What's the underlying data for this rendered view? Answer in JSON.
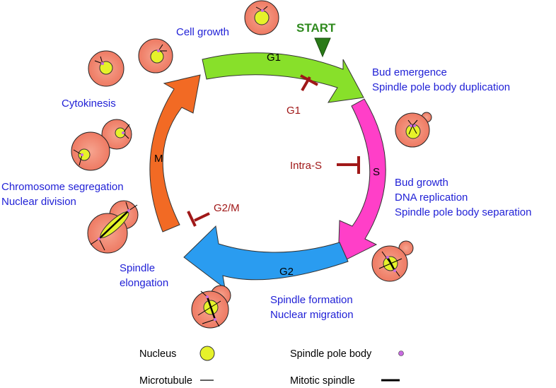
{
  "phases": {
    "g1": "G1",
    "s": "S",
    "g2": "G2",
    "m": "M"
  },
  "start_label": "START",
  "checkpoints": {
    "g1": "G1",
    "intra_s": "Intra-S",
    "g2m": "G2/M"
  },
  "events": {
    "cell_growth": "Cell growth",
    "bud_emergence": [
      "Bud emergence",
      "Spindle pole body duplication"
    ],
    "bud_growth": [
      "Bud growth",
      "DNA replication",
      "Spindle pole body separation"
    ],
    "spindle_formation": [
      "Spindle formation",
      "Nuclear migration"
    ],
    "spindle_elongation": [
      "Spindle",
      "elongation"
    ],
    "chromosome_segregation": [
      "Chromosome segregation",
      "Nuclear division"
    ],
    "cytokinesis": "Cytokinesis"
  },
  "legend": {
    "nucleus": "Nucleus",
    "spindle_pole_body": "Spindle pole body",
    "microtubule": "Microtubule",
    "mitotic_spindle": "Mitotic spindle"
  },
  "colors": {
    "g1": "#88e02a",
    "s": "#ff3fc8",
    "g2": "#2a9cf0",
    "m": "#f26a24",
    "start": "#2f8a1e",
    "checkpoint": "#a01818",
    "text": "#1f1fd6",
    "cell": "#f08070",
    "nucleus": "#e6f22a",
    "spb": "#c86ae0"
  }
}
